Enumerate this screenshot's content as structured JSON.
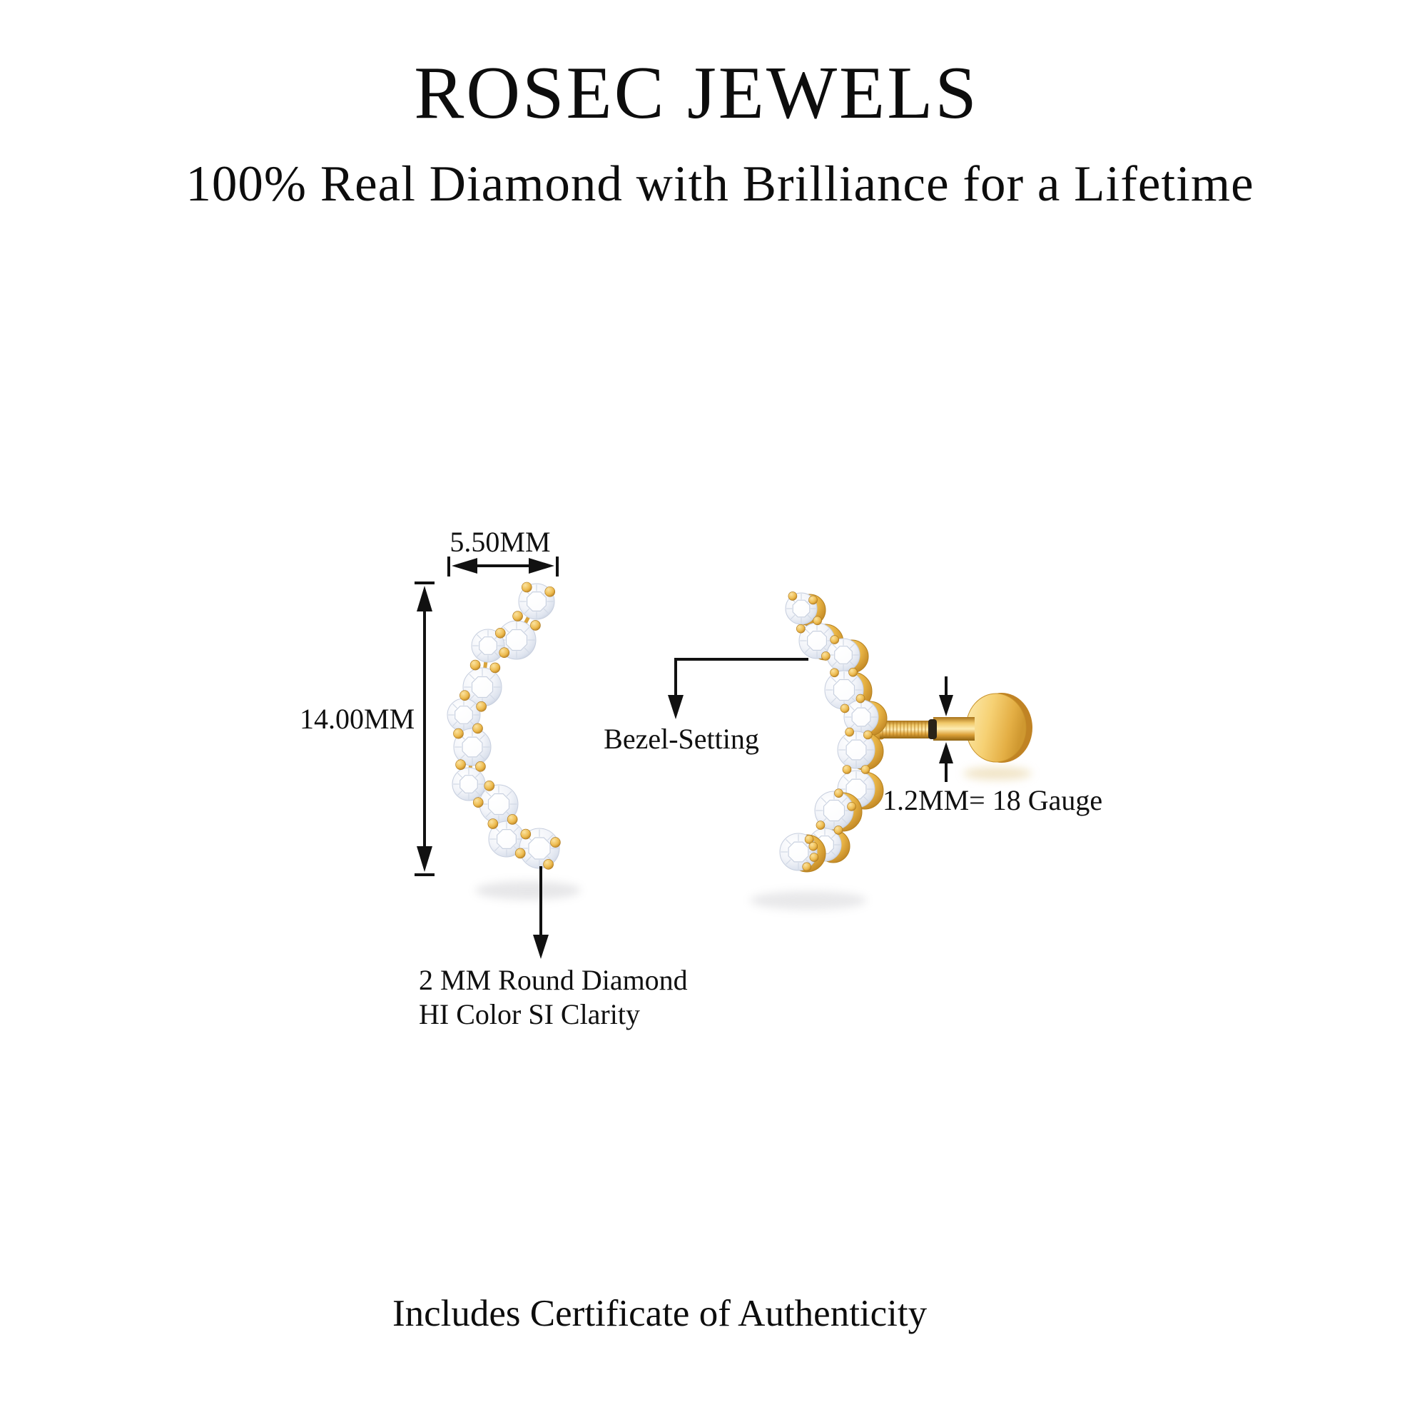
{
  "header": {
    "title": "ROSEC JEWELS",
    "subtitle": "100% Real Diamond with Brilliance for a Lifetime"
  },
  "diagram": {
    "width_label": "5.50MM",
    "height_label": "14.00MM",
    "stone_note_line1": "2 MM Round Diamond",
    "stone_note_line2": "HI Color SI Clarity",
    "setting_label": "Bezel-Setting",
    "gauge_label": "1.2MM= 18 Gauge"
  },
  "footer": {
    "note": "Includes Certificate of Authenticity"
  },
  "colors": {
    "background": "#FFFFFF",
    "text": "#111111",
    "annotation_line": "#111111",
    "gold": "#E9B54D",
    "gold_light": "#FBE298",
    "gold_dark": "#BC8120",
    "diamond": "#F2F4F9",
    "diamond_shadow": "#C6CEDD"
  },
  "figure": {
    "left_stones": [
      [
        752,
        843,
        25
      ],
      [
        724,
        897,
        27
      ],
      [
        684,
        905,
        23
      ],
      [
        676,
        963,
        27
      ],
      [
        650,
        1002,
        23
      ],
      [
        662,
        1047,
        26
      ],
      [
        657,
        1099,
        23
      ],
      [
        699,
        1127,
        27
      ],
      [
        710,
        1176,
        25
      ],
      [
        756,
        1189,
        28
      ]
    ],
    "right_stones": [
      [
        1123,
        853,
        22
      ],
      [
        1145,
        898,
        25
      ],
      [
        1182,
        918,
        23
      ],
      [
        1183,
        967,
        27
      ],
      [
        1207,
        1005,
        24
      ],
      [
        1200,
        1051,
        26
      ],
      [
        1200,
        1106,
        26
      ],
      [
        1169,
        1136,
        27
      ],
      [
        1156,
        1184,
        23
      ],
      [
        1119,
        1194,
        26
      ]
    ]
  }
}
